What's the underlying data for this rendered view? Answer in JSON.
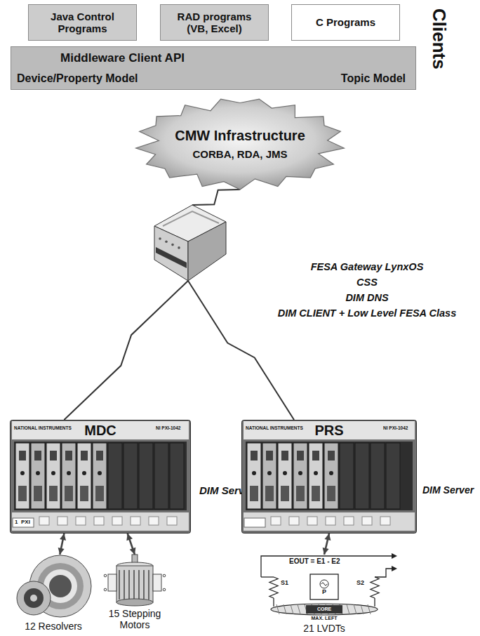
{
  "diagram": {
    "nodes": [
      {
        "text": [
          "Java Control Programs"
        ]
      },
      {
        "text": [
          "RAD programs (VB, Excel)"
        ]
      },
      {
        "text": [
          "C Programs"
        ]
      },
      {
        "text": [
          "Middleware Client API",
          "Device/Property Model",
          "Topic Model"
        ]
      },
      {
        "text": [
          "CMW Infrastructure",
          "CORBA, RDA, JMS"
        ]
      },
      {
        "text": [
          "FESA Gateway LynxOS",
          "CSS",
          "DIM DNS",
          "DIM CLIENT + Low Level FESA Class"
        ]
      },
      {
        "text": [
          "MDC",
          "DIM Server"
        ]
      },
      {
        "text": [
          "PRS",
          "DIM Server"
        ]
      },
      {
        "text": [
          "12 Resolvers"
        ]
      },
      {
        "text": [
          "15 Stepping Motors"
        ]
      },
      {
        "text": [
          "21 LVDTs"
        ]
      }
    ],
    "edges": [
      {
        "from": 4,
        "to": 5,
        "arrow": "none"
      },
      {
        "from": 5,
        "to": 6,
        "arrow": "none"
      },
      {
        "from": 5,
        "to": 7,
        "arrow": "none"
      },
      {
        "from": 6,
        "to": 8,
        "arrow": "both"
      },
      {
        "from": 6,
        "to": 9,
        "arrow": "both"
      },
      {
        "from": 7,
        "to": 10,
        "arrow": "both"
      }
    ],
    "labels": [
      "Clients",
      "EOUT = E1 - E2",
      "S1",
      "P",
      "S2",
      "CORE",
      "MAX. LEFT",
      "NATIONAL INSTRUMENTS",
      "NI PXI-1042",
      "NATIONAL INSTRUMENTS",
      "NI PXI-1042",
      "1",
      "PXI"
    ]
  }
}
